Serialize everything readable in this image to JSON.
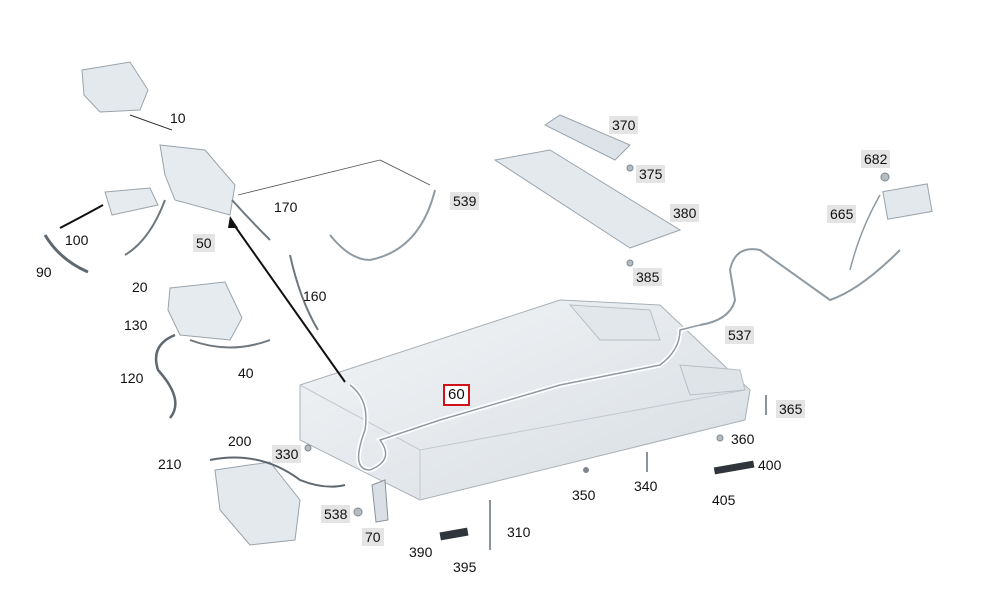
{
  "diagram": {
    "callouts": [
      {
        "id": "10",
        "text": "10",
        "style": "plain"
      },
      {
        "id": "20",
        "text": "20",
        "style": "plain"
      },
      {
        "id": "40",
        "text": "40",
        "style": "plain"
      },
      {
        "id": "50",
        "text": "50",
        "style": "shade"
      },
      {
        "id": "60",
        "text": "60",
        "style": "highlight"
      },
      {
        "id": "70",
        "text": "70",
        "style": "shade"
      },
      {
        "id": "90",
        "text": "90",
        "style": "plain"
      },
      {
        "id": "100",
        "text": "100",
        "style": "plain"
      },
      {
        "id": "120",
        "text": "120",
        "style": "plain"
      },
      {
        "id": "130",
        "text": "130",
        "style": "plain"
      },
      {
        "id": "160",
        "text": "160",
        "style": "plain"
      },
      {
        "id": "170",
        "text": "170",
        "style": "plain"
      },
      {
        "id": "200",
        "text": "200",
        "style": "plain"
      },
      {
        "id": "210",
        "text": "210",
        "style": "plain"
      },
      {
        "id": "310",
        "text": "310",
        "style": "plain"
      },
      {
        "id": "330",
        "text": "330",
        "style": "shade"
      },
      {
        "id": "340",
        "text": "340",
        "style": "plain"
      },
      {
        "id": "350",
        "text": "350",
        "style": "plain"
      },
      {
        "id": "360",
        "text": "360",
        "style": "plain"
      },
      {
        "id": "365",
        "text": "365",
        "style": "shade"
      },
      {
        "id": "370",
        "text": "370",
        "style": "shade"
      },
      {
        "id": "375",
        "text": "375",
        "style": "shade"
      },
      {
        "id": "380",
        "text": "380",
        "style": "shade"
      },
      {
        "id": "385",
        "text": "385",
        "style": "shade"
      },
      {
        "id": "390",
        "text": "390",
        "style": "plain"
      },
      {
        "id": "395",
        "text": "395",
        "style": "plain"
      },
      {
        "id": "400",
        "text": "400",
        "style": "plain"
      },
      {
        "id": "405",
        "text": "405",
        "style": "plain"
      },
      {
        "id": "537",
        "text": "537",
        "style": "shade"
      },
      {
        "id": "538",
        "text": "538",
        "style": "shade"
      },
      {
        "id": "539",
        "text": "539",
        "style": "shade"
      },
      {
        "id": "665",
        "text": "665",
        "style": "shade"
      },
      {
        "id": "682",
        "text": "682",
        "style": "shade"
      }
    ],
    "colors": {
      "part_fill": "#e6eaee",
      "part_stroke": "#9aa3ab",
      "cable": "#8f9aa3",
      "highlight_border": "#d2121b",
      "label_shade": "#e4e4e4"
    }
  }
}
